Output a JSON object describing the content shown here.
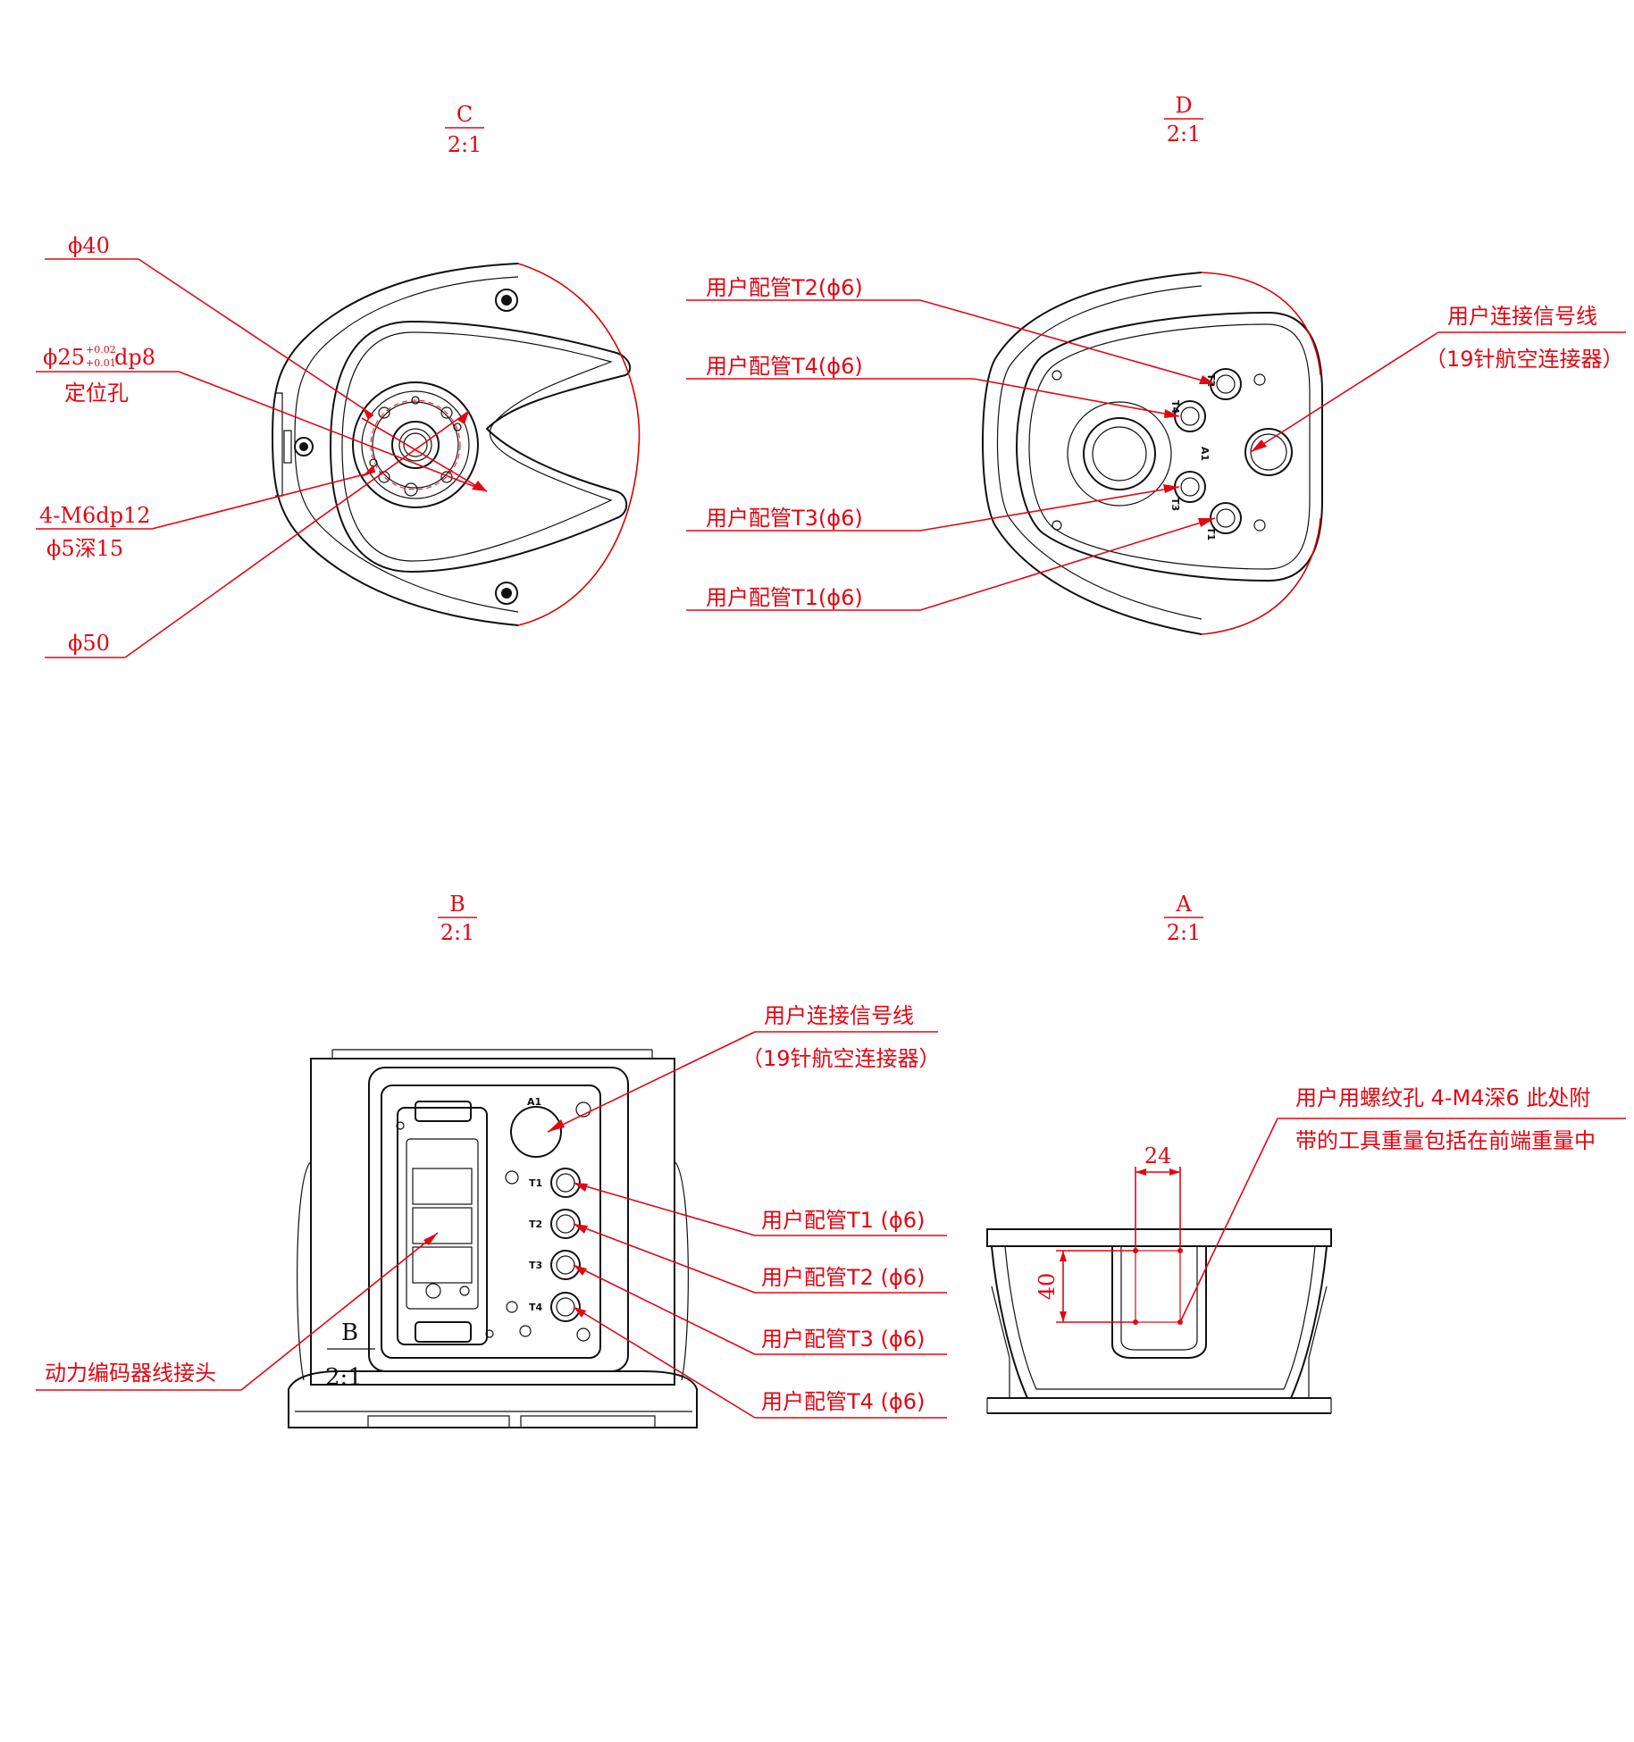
{
  "views": {
    "C": {
      "letter": "C",
      "scale": "2:1"
    },
    "D": {
      "letter": "D",
      "scale": "2:1"
    },
    "B": {
      "letter": "B",
      "scale": "2:1"
    },
    "A": {
      "letter": "A",
      "scale": "2:1"
    }
  },
  "view_c": {
    "phi40": "ϕ40",
    "phi25": "ϕ25",
    "tol_upper": "+0.02",
    "tol_lower": "+0.01",
    "dp8": "dp8",
    "locating_hole": "定位孔",
    "m6": "4-M6dp12",
    "phi5": "ϕ5深15",
    "phi50": "ϕ50"
  },
  "view_d": {
    "t2": "用户配管T2(ϕ6)",
    "t4": "用户配管T4(ϕ6)",
    "t3": "用户配管T3(ϕ6)",
    "t1": "用户配管T1(ϕ6)",
    "signal": "用户连接信号线",
    "connector": "（19针航空连接器）",
    "port_labels": {
      "t2": "T2",
      "t4": "T4",
      "a1": "A1",
      "t3": "T3",
      "t1": "T1"
    }
  },
  "view_b": {
    "signal": "用户连接信号线",
    "connector": "（19针航空连接器）",
    "t1": "用户配管T1 (ϕ6)",
    "t2": "用户配管T2 (ϕ6)",
    "t3": "用户配管T3 (ϕ6)",
    "t4": "用户配管T4 (ϕ6)",
    "power": "动力编码器线接头",
    "port_labels": {
      "a1": "A1",
      "t1": "T1",
      "t2": "T2",
      "t3": "T3",
      "t4": "T4"
    },
    "ghost_letter": "B",
    "ghost_scale": "2:1"
  },
  "view_a": {
    "note_line1": "用户用螺纹孔 4-M4深6 此处附",
    "note_line2": "带的工具重量包括在前端重量中",
    "dim_24": "24",
    "dim_40": "40"
  },
  "colors": {
    "annotation": "#e30613",
    "outline": "#111111"
  }
}
